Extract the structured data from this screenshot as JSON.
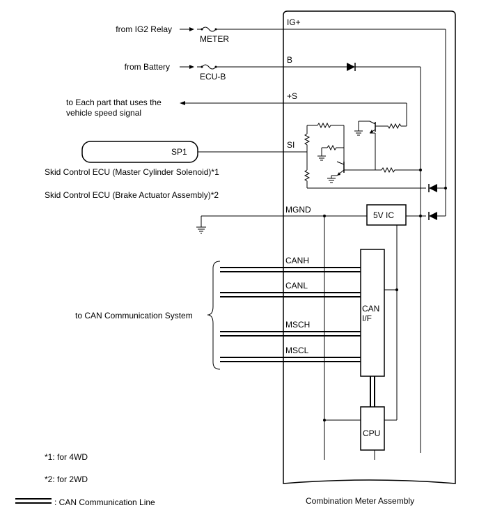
{
  "inputs": {
    "ig2_relay": "from IG2 Relay",
    "battery": "from Battery",
    "speed_out_line1": "to Each part that uses the",
    "speed_out_line2": "vehicle speed signal"
  },
  "fuses": {
    "meter": "METER",
    "ecu_b": "ECU-B"
  },
  "terminals": {
    "ig": "IG+",
    "b": "B",
    "s": "+S",
    "si": "SI",
    "mgnd": "MGND",
    "canh": "CANH",
    "canl": "CANL",
    "msch": "MSCH",
    "mscl": "MSCL"
  },
  "sensor": {
    "box_label": "SP1",
    "ecu1": "Skid Control ECU (Master Cylinder Solenoid)*1",
    "ecu2": "Skid Control ECU (Brake Actuator Assembly)*2"
  },
  "ic": {
    "regulator": "5V IC",
    "can_if_line1": "CAN",
    "can_if_line2": "I/F",
    "cpu": "CPU"
  },
  "can_system": "to CAN Communication System",
  "notes": {
    "note1": "*1: for 4WD",
    "note2": "*2: for 2WD",
    "legend": ": CAN Communication Line"
  },
  "assembly_label": "Combination Meter Assembly"
}
